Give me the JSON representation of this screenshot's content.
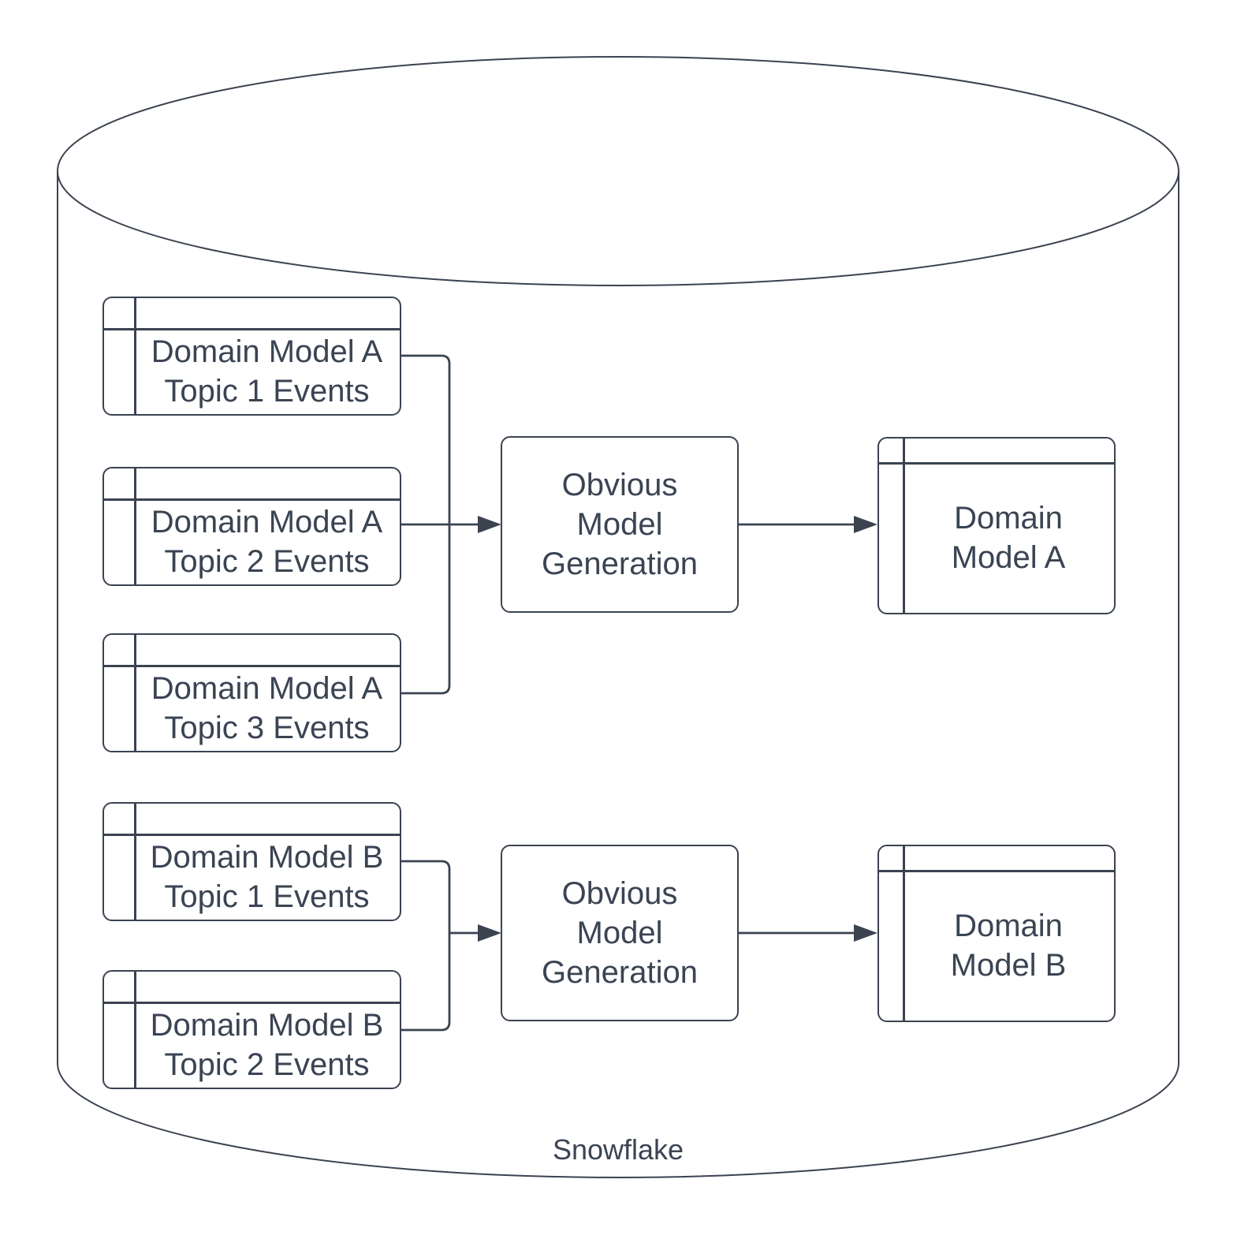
{
  "colors": {
    "stroke": "#3b4351",
    "text": "#3a4453",
    "background": "#ffffff"
  },
  "container": {
    "label": "Snowflake"
  },
  "source_tables": [
    {
      "lines": [
        "Domain Model A",
        "Topic 1 Events"
      ]
    },
    {
      "lines": [
        "Domain Model A",
        "Topic 2 Events"
      ]
    },
    {
      "lines": [
        "Domain Model A",
        "Topic 3 Events"
      ]
    },
    {
      "lines": [
        "Domain Model B",
        "Topic 1 Events"
      ]
    },
    {
      "lines": [
        "Domain Model B",
        "Topic 2 Events"
      ]
    }
  ],
  "processes": [
    {
      "lines": [
        "Obvious",
        "Model",
        "Generation"
      ]
    },
    {
      "lines": [
        "Obvious",
        "Model",
        "Generation"
      ]
    }
  ],
  "output_tables": [
    {
      "lines": [
        "Domain",
        "Model A"
      ]
    },
    {
      "lines": [
        "Domain",
        "Model B"
      ]
    }
  ]
}
